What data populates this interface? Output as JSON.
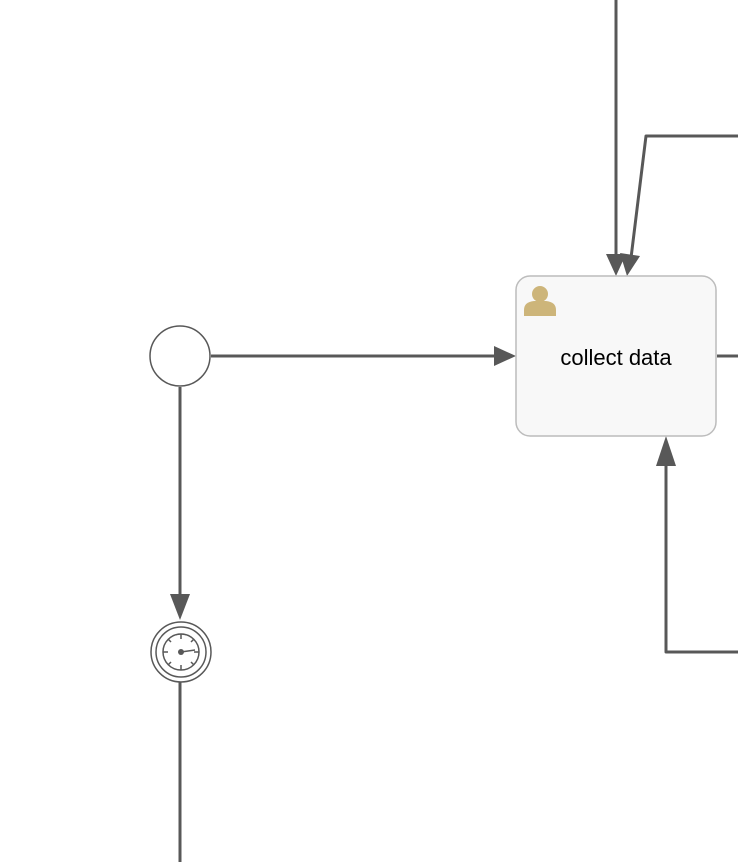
{
  "diagram": {
    "task": {
      "label": "collect data",
      "type": "user-task",
      "icon": "user-icon"
    },
    "start_event": {
      "type": "start-event"
    },
    "timer_event": {
      "type": "timer-intermediate-event",
      "icon": "clock-icon"
    },
    "colors": {
      "flow": "#585858",
      "task_fill": "#f8f8f8",
      "task_stroke": "#bcbcbc",
      "user_icon": "#cdb57a",
      "text": "#000000"
    }
  }
}
